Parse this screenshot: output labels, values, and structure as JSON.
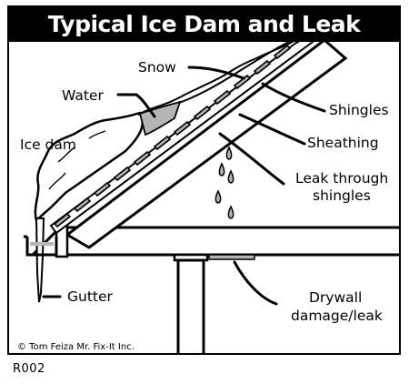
{
  "title": "Typical Ice Dam and Leak",
  "labels": {
    "snow": "Snow",
    "water": "Water",
    "ice_dam": "Ice dam",
    "shingles": "Shingles",
    "sheathing": "Sheathing",
    "leak_line1": "Leak through",
    "leak_line2": "shingles",
    "gutter": "Gutter",
    "drywall_line1": "Drywall",
    "drywall_line2": "damage/leak"
  },
  "copyright": "© Tom Feiza Mr. Fix-It Inc.",
  "figure_code": "R002"
}
